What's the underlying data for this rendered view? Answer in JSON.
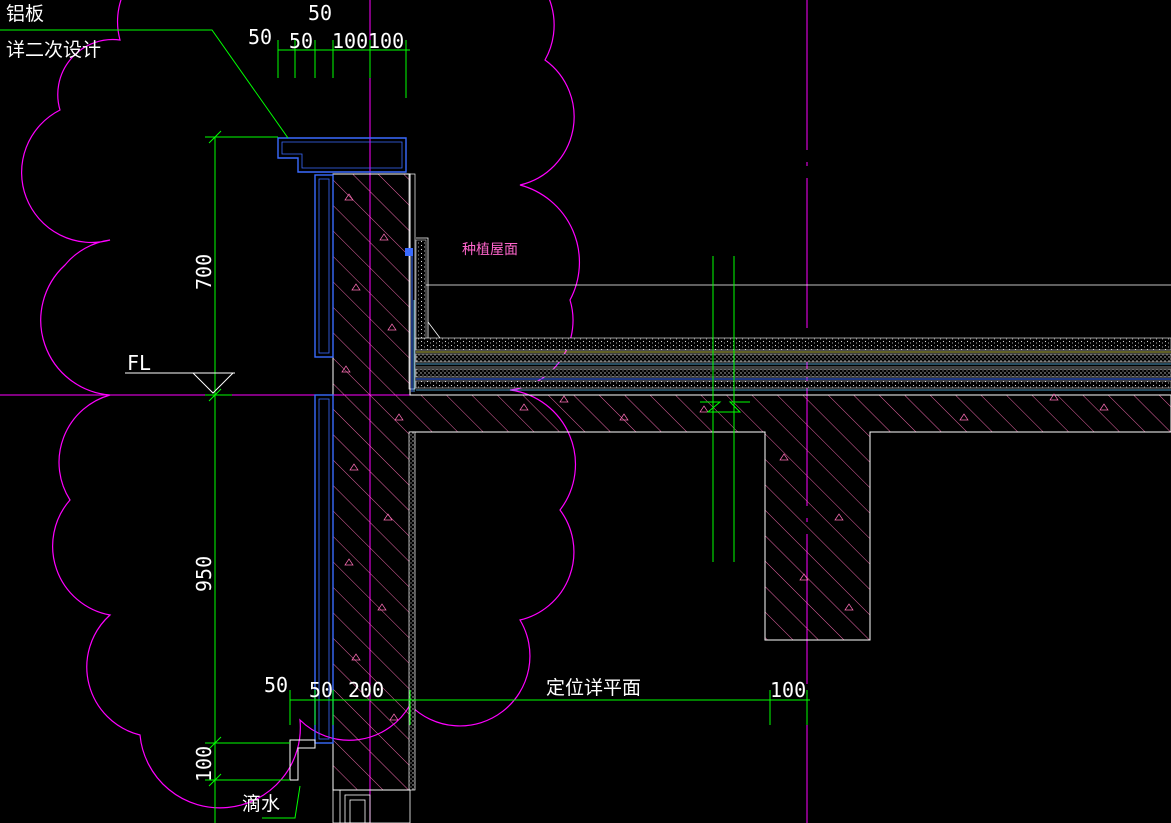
{
  "labels": {
    "aluminum_panel": "铝板",
    "secondary_design": "详二次设计",
    "planting_roof": "种植屋面",
    "floor_level": "FL",
    "drip": "滴水",
    "positioning_plan": "定位详平面"
  },
  "dimensions": {
    "top_50": "50",
    "top_a": "50",
    "top_b": "50",
    "top_c": "100",
    "top_d": "100",
    "left_700": "700",
    "left_950": "950",
    "left_100": "100",
    "bottom_50": "50",
    "bottom_50b": "50",
    "bottom_200": "200",
    "bottom_100": "100"
  },
  "colors": {
    "background": "#000000",
    "magenta": "#ff00ff",
    "green": "#00ff00",
    "blue": "#3a6bff",
    "white": "#ffffff",
    "hatch": "#ff6fb7",
    "yellow": "#ffff66",
    "cyan": "#66ccff",
    "pink_text": "#ff66cc"
  }
}
